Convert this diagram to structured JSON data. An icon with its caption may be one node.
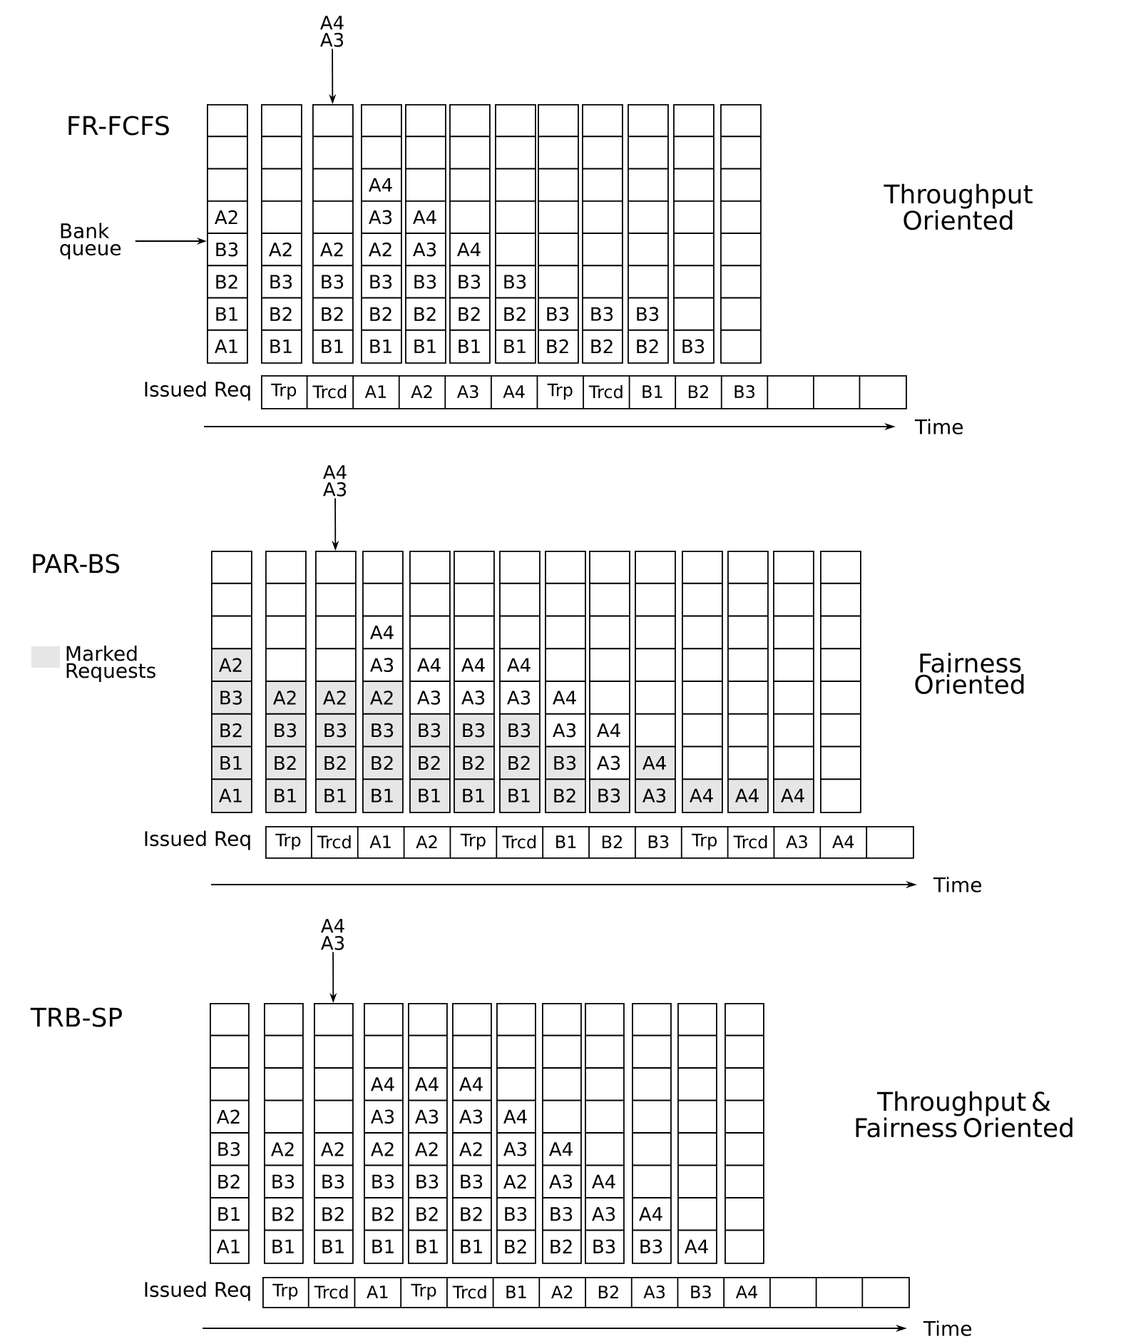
{
  "diagram": {
    "nodes": [
      {
        "text": [
          "A4 A3"
        ]
      },
      {
        "text": [
          "Bank queue"
        ]
      },
      {
        "text": [
          "A2",
          "B3",
          "B2",
          "B1",
          "A1"
        ]
      },
      {
        "text": [
          "A2",
          "B3",
          "B2",
          "B1"
        ]
      },
      {
        "text": [
          "A2",
          "B3",
          "B2",
          "B1"
        ]
      },
      {
        "text": [
          "A4",
          "A3",
          "A2",
          "B3",
          "B2",
          "B1"
        ]
      },
      {
        "text": [
          "A4",
          "A3",
          "B3",
          "B2",
          "B1"
        ]
      },
      {
        "text": [
          "A4",
          "B3",
          "B2",
          "B1"
        ]
      },
      {
        "text": [
          "B3",
          "B2",
          "B1"
        ]
      },
      {
        "text": [
          "B3",
          "B2"
        ]
      },
      {
        "text": [
          "B3",
          "B2"
        ]
      },
      {
        "text": [
          "B3",
          "B2"
        ]
      },
      {
        "text": [
          "B3"
        ]
      },
      {
        "text": [],
        "shape": "box"
      },
      {
        "text": [
          "Trp",
          "Trcd",
          "A1",
          "A2",
          "A3",
          "A4",
          "Trp",
          "Trcd",
          "B1",
          "B2",
          "B3"
        ]
      },
      {
        "text": [
          "A4 A3"
        ]
      },
      {
        "text": [
          "A2",
          "B3",
          "B2",
          "B1",
          "A1"
        ]
      },
      {
        "text": [
          "A2",
          "B3",
          "B2",
          "B1"
        ]
      },
      {
        "text": [
          "A2",
          "B3",
          "B2",
          "B1"
        ]
      },
      {
        "text": [
          "A4",
          "A3",
          "A2",
          "B3",
          "B2",
          "B1"
        ]
      },
      {
        "text": [
          "A4",
          "A3",
          "B3",
          "B2",
          "B1"
        ]
      },
      {
        "text": [
          "A4",
          "A3",
          "B3",
          "B2",
          "B1"
        ]
      },
      {
        "text": [
          "A4",
          "A3",
          "B3",
          "B2",
          "B1"
        ]
      },
      {
        "text": [
          "A4",
          "A3",
          "B3",
          "B2"
        ]
      },
      {
        "text": [
          "A4",
          "A3",
          "B3"
        ]
      },
      {
        "text": [
          "A4",
          "A3"
        ]
      },
      {
        "text": [
          "A4"
        ]
      },
      {
        "text": [
          "A4"
        ]
      },
      {
        "text": [
          "A4"
        ]
      },
      {
        "text": [],
        "shape": "box"
      },
      {
        "text": [
          "Trp",
          "Trcd",
          "A1",
          "A2",
          "Trp",
          "Trcd",
          "B1",
          "B2",
          "B3",
          "Trp",
          "Trcd",
          "A3",
          "A4"
        ]
      },
      {
        "text": [
          "A4 A3"
        ]
      },
      {
        "text": [
          "A2",
          "B3",
          "B2",
          "B1",
          "A1"
        ]
      },
      {
        "text": [
          "A2",
          "B3",
          "B2",
          "B1"
        ]
      },
      {
        "text": [
          "A2",
          "B3",
          "B2",
          "B1"
        ]
      },
      {
        "text": [
          "A4",
          "A3",
          "A2",
          "B3",
          "B2",
          "B1"
        ]
      },
      {
        "text": [
          "A4",
          "A3",
          "A2",
          "B3",
          "B2",
          "B1"
        ]
      },
      {
        "text": [
          "A4",
          "A3",
          "A2",
          "B3",
          "B2",
          "B1"
        ]
      },
      {
        "text": [
          "A4",
          "A3",
          "A2",
          "B3",
          "B2"
        ]
      },
      {
        "text": [
          "A4",
          "A3",
          "B3",
          "B2"
        ]
      },
      {
        "text": [
          "A4",
          "A3",
          "B3"
        ]
      },
      {
        "text": [
          "A4",
          "B3"
        ]
      },
      {
        "text": [
          "A4"
        ]
      },
      {
        "text": [],
        "shape": "box"
      },
      {
        "text": [
          "Trp",
          "Trcd",
          "A1",
          "Trp",
          "Trcd",
          "B1",
          "A2",
          "B2",
          "A3",
          "B3",
          "A4"
        ]
      }
    ],
    "edges": [
      {
        "from": 0,
        "to": 4,
        "arrow": "to"
      },
      {
        "from": 1,
        "to": 2,
        "arrow": "to"
      },
      {
        "from": 15,
        "to": 18,
        "arrow": "to"
      },
      {
        "from": 31,
        "to": 34,
        "arrow": "to"
      }
    ],
    "labels": [
      "FR-FCFS",
      "Throughput Oriented",
      "Issued Req",
      "Time",
      "PAR-BS",
      "Fairness Oriented",
      "Issued Req",
      "Time",
      "TRB-SP",
      "Throughput & Fairness Oriented",
      "Issued Req",
      "Time"
    ],
    "legend": [
      {
        "text": "Marked Requests",
        "color": "#e6e6e6"
      }
    ]
  }
}
